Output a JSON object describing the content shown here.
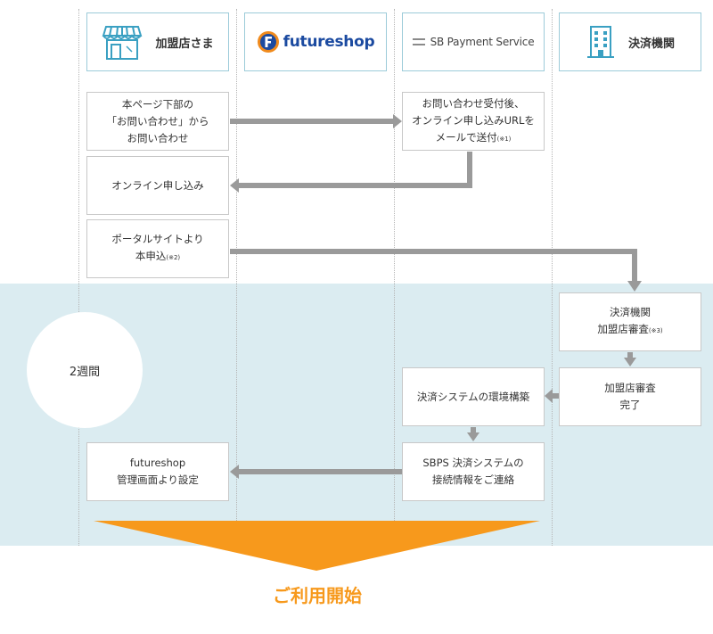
{
  "lanes": {
    "merchant": {
      "label": "加盟店さま",
      "icon": "storefront-icon"
    },
    "futureshop": {
      "label": "futureshop",
      "icon": "futureshop-logo-icon"
    },
    "sbps": {
      "label": "SB Payment Service",
      "icon": "sbps-logo-icon"
    },
    "bank": {
      "label": "決済機関",
      "icon": "building-icon"
    }
  },
  "steps": {
    "inquiry": "本ページ下部の\n「お問い合わせ」から\nお問い合わせ",
    "receipt_main": "お問い合わせ受付後、\nオンライン申し込みURLを\nメールで送付",
    "receipt_note": "(※1)",
    "online_apply": "オンライン申し込み",
    "portal_main": "ポータルサイトより\n本申込",
    "portal_note": "(※2)",
    "review_main": "決済機関\n加盟店審査",
    "review_note": "(※3)",
    "review_done": "加盟店審査\n完了",
    "env_build": "決済システムの環境構築",
    "contact_main": "SBPS 決済システムの\n接続情報をご連絡",
    "fs_setting": "futureshop\n管理画面より設定"
  },
  "period": "2週間",
  "result": "ご利用開始",
  "colors": {
    "band": "#dbecf1",
    "header_border": "#9ccbd9",
    "arrow": "#9a9a9a",
    "result": "#f7991c",
    "futureshop_blue": "#1b4aa0",
    "futureshop_orange": "#f08a1c"
  }
}
